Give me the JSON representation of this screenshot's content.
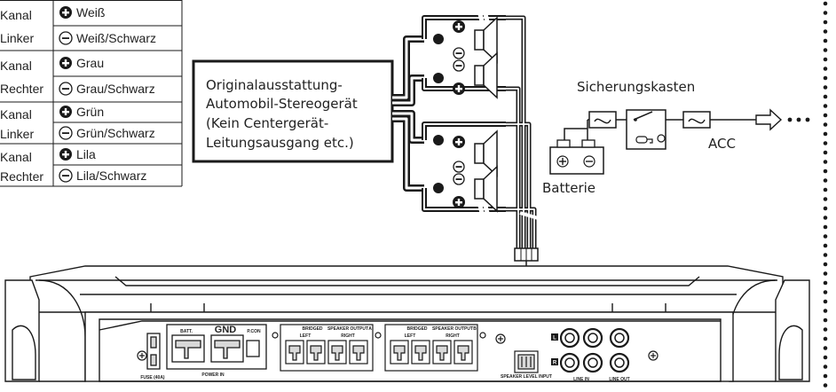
{
  "wire_table": [
    {
      "channel": "Kanal",
      "side": "Linker",
      "plus_color": "Weiß",
      "minus_color": "Weiß/Schwarz"
    },
    {
      "channel": "Kanal",
      "side": "Rechter",
      "plus_color": "Grau",
      "minus_color": "Grau/Schwarz"
    },
    {
      "channel": "Kanal",
      "side": "Linker",
      "plus_color": "Grün",
      "minus_color": "Grün/Schwarz"
    },
    {
      "channel": "Kanal",
      "side": "Rechter",
      "plus_color": "Lila",
      "minus_color": "Lila/Schwarz"
    }
  ],
  "head_unit": {
    "lines": [
      "Originalausstattung-",
      "Automobil-Stereogerät",
      "(Kein Centergerät-",
      "Leitungsausgang etc.)"
    ]
  },
  "fuse_box": {
    "label": "Sicherungskasten"
  },
  "battery": {
    "label": "Batterie"
  },
  "acc": {
    "label": "ACC"
  },
  "amplifier": {
    "fuse_label": "FUSE (40A)",
    "power_in_label": "POWER IN",
    "batt_label": "BATT.",
    "gnd_label": "GND",
    "pcon_label": "P.CON",
    "speaker_output_a": "SPEAKER OUTPUT",
    "speaker_output_b": "SPEAKER OUTPUT",
    "bridged_label": "BRIDGED",
    "left_label": "LEFT",
    "right_label": "RIGHT",
    "channel_a": "A",
    "channel_b": "B",
    "speaker_level_input": "SPEAKER LEVEL INPUT",
    "line_in": "LINE IN",
    "line_out": "LINE OUT",
    "l_label": "L",
    "r_label": "R"
  },
  "colors": {
    "line": "#1a1a1a",
    "fill": "#ffffff",
    "grey": "#d9d9d9"
  }
}
